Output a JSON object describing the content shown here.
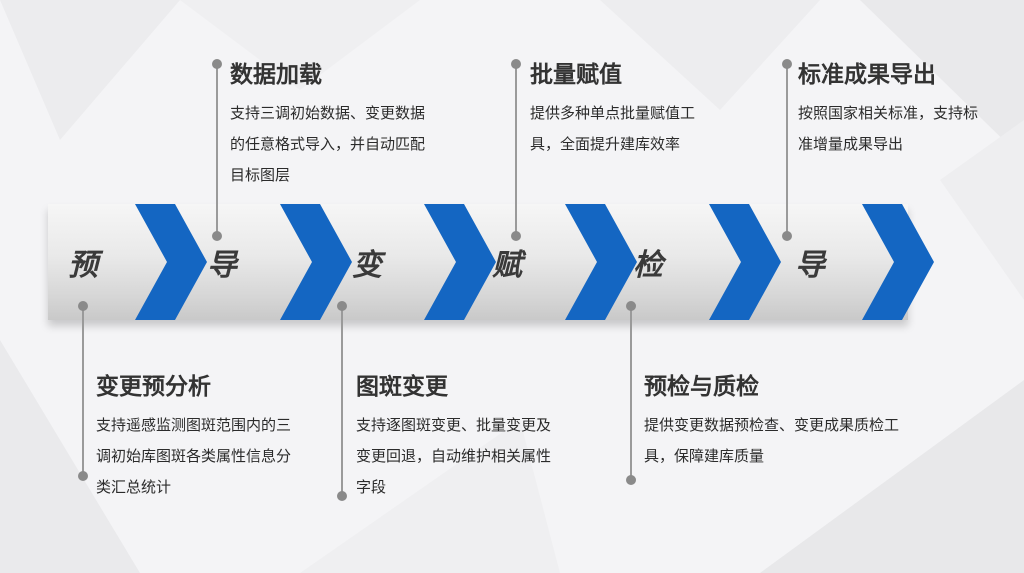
{
  "stages": [
    {
      "label": "预"
    },
    {
      "label": "导"
    },
    {
      "label": "变"
    },
    {
      "label": "赋"
    },
    {
      "label": "检"
    },
    {
      "label": "导"
    }
  ],
  "top_blocks": [
    {
      "title": "数据加载",
      "desc": "支持三调初始数据、变更数据的任意格式导入，并自动匹配目标图层"
    },
    {
      "title": "批量赋值",
      "desc": "提供多种单点批量赋值工具，全面提升建库效率"
    },
    {
      "title": "标准成果导出",
      "desc": "按照国家相关标准，支持标准增量成果导出"
    }
  ],
  "bottom_blocks": [
    {
      "title": "变更预分析",
      "desc": "支持遥感监测图斑范围内的三调初始库图斑各类属性信息分类汇总统计"
    },
    {
      "title": "图斑变更",
      "desc": "支持逐图斑变更、批量变更及变更回退，自动维护相关属性字段"
    },
    {
      "title": "预检与质检",
      "desc": "提供变更数据预检查、变更成果质检工具，保障建库质量"
    }
  ],
  "colors": {
    "chevron": "#1466c2",
    "band": "#e6e6e6",
    "text": "#333333",
    "pin": "#8a8a8a"
  }
}
